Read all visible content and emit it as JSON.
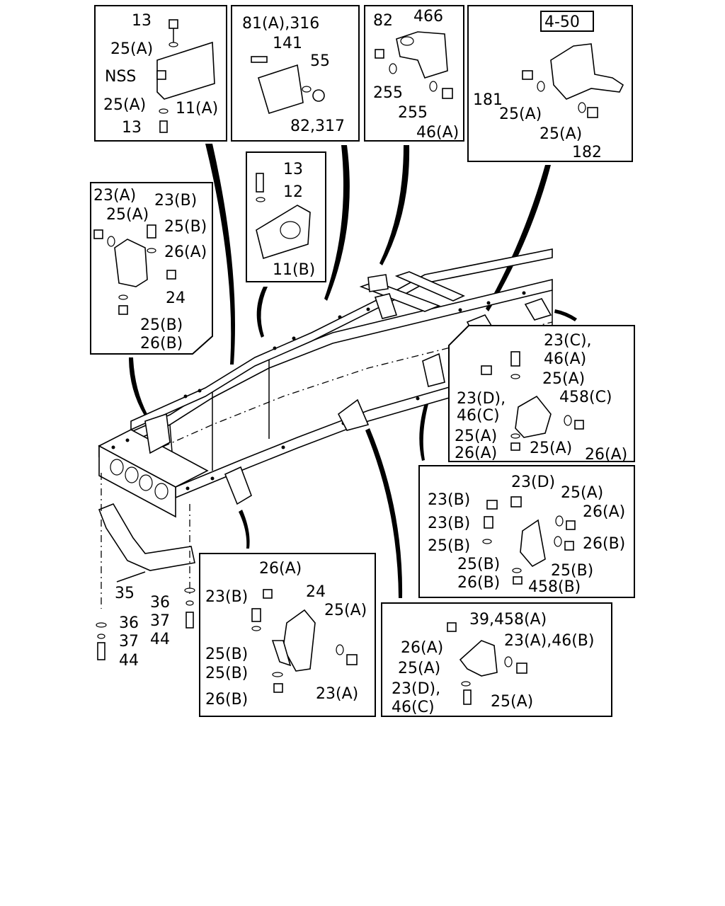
{
  "boxes": {
    "b1": {
      "labels": [
        "13",
        "25(A)",
        "NSS",
        "25(A)",
        "11(A)",
        "13"
      ]
    },
    "b2": {
      "labels": [
        "81(A),316",
        "141",
        "55",
        "82,317"
      ]
    },
    "b3": {
      "labels": [
        "82",
        "466",
        "255",
        "255",
        "46(A)"
      ]
    },
    "b4": {
      "ref": "4-50",
      "labels": [
        "181",
        "25(A)",
        "25(A)",
        "182"
      ]
    },
    "b5": {
      "labels": [
        "13",
        "12",
        "11(B)"
      ]
    },
    "b6": {
      "labels": [
        "23(A)",
        "23(B)",
        "25(A)",
        "25(B)",
        "26(A)",
        "24",
        "25(B)",
        "26(B)"
      ]
    },
    "b7": {
      "labels": [
        "23(C),",
        "46(A)",
        "25(A)",
        "23(D),",
        "458(C)",
        "46(C)",
        "25(A)",
        "25(A)",
        "26(A)",
        "26(A)"
      ]
    },
    "b8": {
      "labels": [
        "23(D)",
        "23(B)",
        "25(A)",
        "26(A)",
        "23(B)",
        "25(B)",
        "26(B)",
        "25(B)",
        "25(B)",
        "26(B)",
        "458(B)"
      ]
    },
    "b9": {
      "labels": [
        "26(A)",
        "24",
        "23(B)",
        "25(A)",
        "25(B)",
        "25(B)",
        "26(B)",
        "23(A)"
      ]
    },
    "b10": {
      "labels": [
        "39,458(A)",
        "26(A)",
        "23(A),46(B)",
        "25(A)",
        "23(D),",
        "46(C)",
        "25(A)"
      ]
    }
  },
  "crossmember": {
    "labels": [
      "35",
      "36",
      "36",
      "37",
      "37",
      "44",
      "44"
    ]
  }
}
